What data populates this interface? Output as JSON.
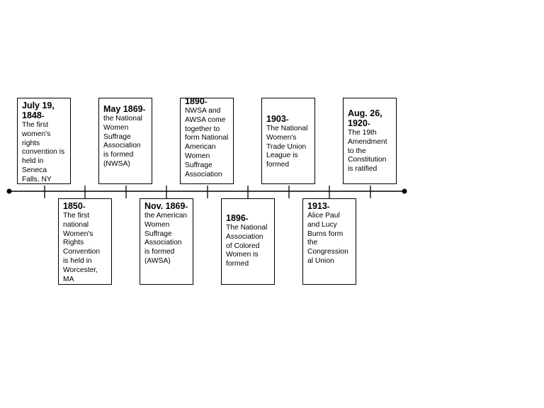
{
  "timeline": {
    "events": [
      {
        "date": "July 19, 1848",
        "text": "The first women's rights convention is held in Seneca Falls, NY"
      },
      {
        "date": "1850",
        "text": "The first national Women's Rights Convention is held in Worcester, MA"
      },
      {
        "date": "May 1869",
        "text": " the National Women Suffrage Association is formed (NWSA)"
      },
      {
        "date": "Nov. 1869",
        "text": "the American Women Suffrage Association is formed (AWSA)"
      },
      {
        "date": "1890",
        "text": "NWSA and AWSA come together to form National American Women Suffrage Association"
      },
      {
        "date": "1896",
        "text": "The National Association of Colored Women is formed"
      },
      {
        "date": "1903",
        "text": "The National Women's Trade Union League is formed"
      },
      {
        "date": "1913",
        "text": "Alice Paul and Lucy Burns form the Congression al Union"
      },
      {
        "date": "Aug. 26, 1920",
        "text": "The 19th Amendment to the Constitution is ratified"
      }
    ]
  }
}
